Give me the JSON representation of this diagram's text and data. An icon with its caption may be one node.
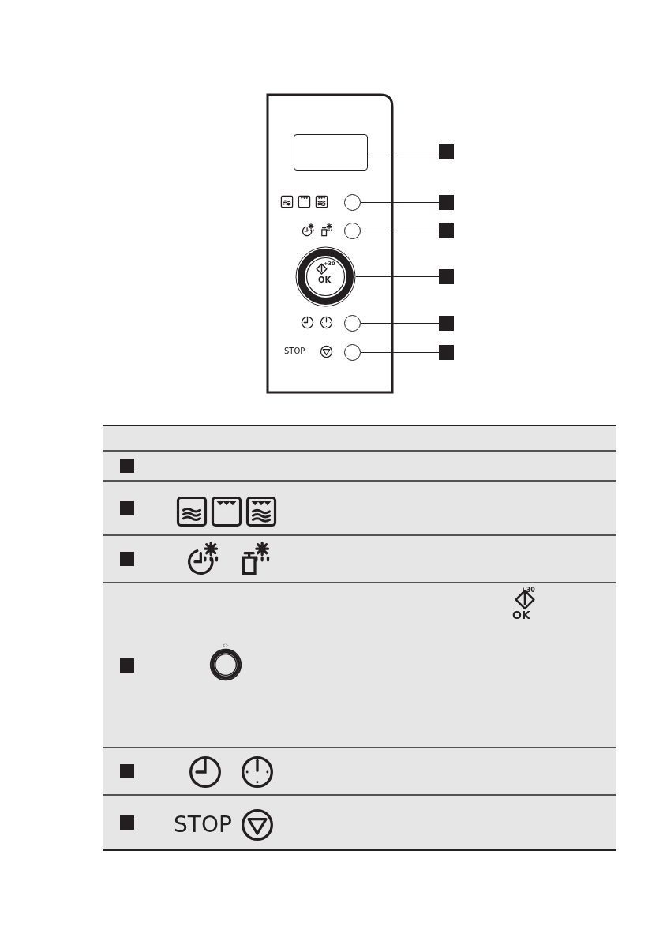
{
  "diagram": {
    "nodes": [
      {
        "text": [],
        "shape": "box"
      },
      {
        "text": [],
        "shape": "box"
      },
      {
        "text": [],
        "shape": "circle"
      },
      {
        "text": [],
        "shape": "box"
      },
      {
        "text": [],
        "shape": "circle"
      },
      {
        "text": [],
        "shape": "box"
      },
      {
        "text": [],
        "shape": "circle"
      },
      {
        "text": [],
        "shape": "box"
      },
      {
        "text": [],
        "shape": "circle"
      },
      {
        "text": [],
        "shape": "box"
      },
      {
        "text": [],
        "shape": "circle"
      },
      {
        "text": [],
        "shape": "box"
      },
      {
        "text": [],
        "shape": "box"
      },
      {
        "text": [],
        "shape": "box"
      },
      {
        "text": [],
        "shape": "box"
      },
      {
        "text": [],
        "shape": "box"
      },
      {
        "text": [],
        "shape": "box"
      },
      {
        "text": [],
        "shape": "box"
      }
    ],
    "edges": [
      {
        "from": 0,
        "to": 1,
        "arrow": "none"
      },
      {
        "from": 2,
        "to": 3,
        "arrow": "none"
      },
      {
        "from": 4,
        "to": 5,
        "arrow": "none"
      },
      {
        "from": 6,
        "to": 7,
        "arrow": "none"
      },
      {
        "from": 8,
        "to": 9,
        "arrow": "none"
      },
      {
        "from": 10,
        "to": 11,
        "arrow": "none"
      }
    ],
    "labels": [
      "+30",
      "OK",
      "STOP",
      "+30",
      "OK",
      "STOP"
    ]
  }
}
